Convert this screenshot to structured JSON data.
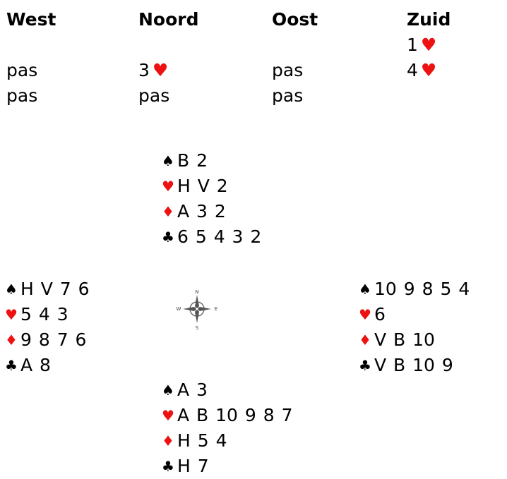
{
  "bidding": {
    "headers": [
      "West",
      "Noord",
      "Oost",
      "Zuid"
    ],
    "rows": [
      [
        {
          "text": "",
          "suit": ""
        },
        {
          "text": "",
          "suit": ""
        },
        {
          "text": "",
          "suit": ""
        },
        {
          "text": "1",
          "suit": "♥"
        }
      ],
      [
        {
          "text": "pas",
          "suit": ""
        },
        {
          "text": "3",
          "suit": "♥"
        },
        {
          "text": "pas",
          "suit": ""
        },
        {
          "text": "4",
          "suit": "♥"
        }
      ],
      [
        {
          "text": "pas",
          "suit": ""
        },
        {
          "text": "pas",
          "suit": ""
        },
        {
          "text": "pas",
          "suit": ""
        },
        {
          "text": "",
          "suit": ""
        }
      ]
    ]
  },
  "hands": {
    "north": {
      "spades": "B 2",
      "hearts": "H V 2",
      "diamonds": "A 3 2",
      "clubs": "6 5 4 3 2"
    },
    "west": {
      "spades": "H V 7 6",
      "hearts": "5 4 3",
      "diamonds": "9 8 7 6",
      "clubs": "A 8"
    },
    "east": {
      "spades": "10 9 8 5 4",
      "hearts": "6",
      "diamonds": "V B 10",
      "clubs": "V B 10 9"
    },
    "south": {
      "spades": "A 3",
      "hearts": "A B 10 9 8 7",
      "diamonds": "H 5 4",
      "clubs": "H 7"
    }
  },
  "suit_symbols": {
    "spades": "♠",
    "hearts": "♥",
    "diamonds": "♦",
    "clubs": "♣"
  },
  "colors": {
    "red_suit": "#ee1111",
    "black_suit": "#000000"
  },
  "compass": {
    "n": "N",
    "e": "E",
    "s": "S",
    "w": "W"
  }
}
